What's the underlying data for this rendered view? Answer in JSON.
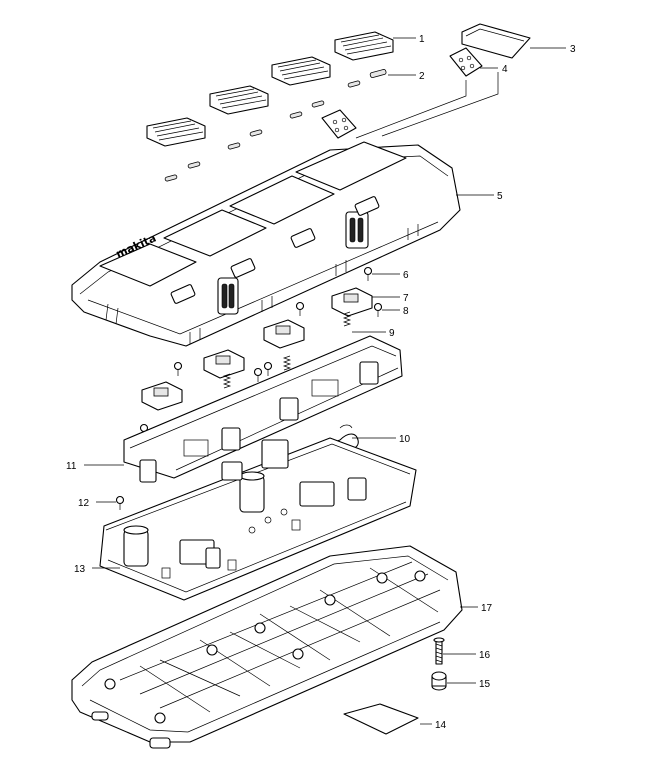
{
  "brand_text": "makita",
  "callouts": [
    {
      "id": "1",
      "label": "1"
    },
    {
      "id": "2",
      "label": "2"
    },
    {
      "id": "3",
      "label": "3"
    },
    {
      "id": "4",
      "label": "4"
    },
    {
      "id": "5",
      "label": "5"
    },
    {
      "id": "6",
      "label": "6"
    },
    {
      "id": "7",
      "label": "7"
    },
    {
      "id": "8",
      "label": "8"
    },
    {
      "id": "9",
      "label": "9"
    },
    {
      "id": "10",
      "label": "10"
    },
    {
      "id": "11",
      "label": "11"
    },
    {
      "id": "12",
      "label": "12"
    },
    {
      "id": "13",
      "label": "13"
    },
    {
      "id": "14",
      "label": "14"
    },
    {
      "id": "15",
      "label": "15"
    },
    {
      "id": "16",
      "label": "16"
    },
    {
      "id": "17",
      "label": "17"
    }
  ]
}
